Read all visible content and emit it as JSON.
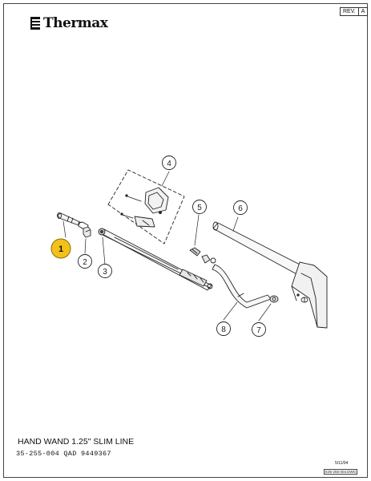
{
  "brand": {
    "name": "Thermax"
  },
  "revision": {
    "label": "REV.",
    "value": "A"
  },
  "callouts": [
    {
      "number": "1",
      "highlighted": true,
      "color": "#f2c21b"
    },
    {
      "number": "2"
    },
    {
      "number": "3"
    },
    {
      "number": "4"
    },
    {
      "number": "5"
    },
    {
      "number": "6"
    },
    {
      "number": "7"
    },
    {
      "number": "8"
    }
  ],
  "title": "HAND WAND 1.25\" SLIM LINE",
  "part_number": "35-255-004  QAD  9449367",
  "date": "5/11/04",
  "drawing_number": "E35-255-004.DWG"
}
